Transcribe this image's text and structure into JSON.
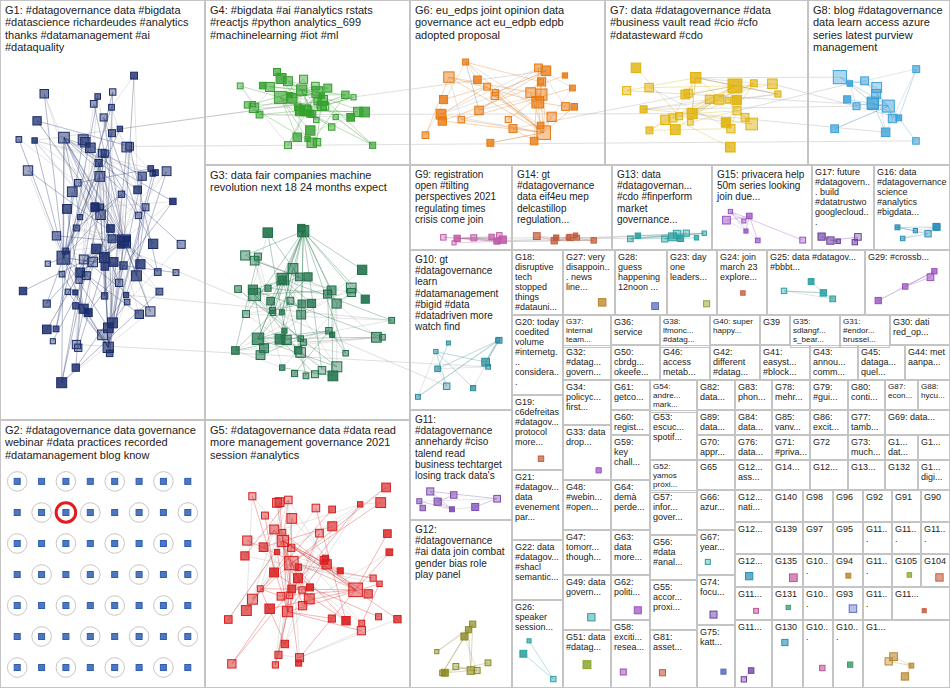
{
  "diagram": {
    "nodes": [
      {
        "text": [
          "G1: #datagovernance data #bigdata #datascience richardeudes #analytics thanks #datamanagement #ai #dataquality"
        ]
      },
      {
        "text": [
          "G4: #bigdata #ai #analytics rstats #reactjs #python analytics_699 #machinelearning #iot #ml"
        ]
      },
      {
        "text": [
          "G6: eu_edps joint opinion data governance act eu_edpb edpb adopted proposal"
        ]
      },
      {
        "text": [
          "G7: data #datagovernance #data #business vault read #cio #cfo #datasteward #cdo"
        ]
      },
      {
        "text": [
          "G8: blog #datagovernance data learn access azure series latest purview management"
        ]
      },
      {
        "text": [
          "G3: data fair companies machine revolution next 18 24 months expect"
        ]
      },
      {
        "text": [
          "G9: registration open #tilting perspectives 2021 regulating times crisis come join"
        ]
      },
      {
        "text": [
          "G14: gt #datagovernance data eif4eu mep delcastillop regulation..."
        ]
      },
      {
        "text": [
          "G13: data #datagovernan... #cdo #finperform market governance..."
        ]
      },
      {
        "text": [
          "G15: privacera help 50m series looking join due..."
        ]
      },
      {
        "text": [
          "G17: future #datagovern... build #datatrustwo googlecloud..."
        ]
      },
      {
        "text": [
          "G16: data #datagovernance science #analytics #bigdata..."
        ]
      },
      {
        "text": [
          "G10: gt #datagovernance learn #datamanagement #bigid #data #datadriven more watch find"
        ]
      },
      {
        "text": [
          "G18: disruptive tech stopped things #datauni..."
        ]
      },
      {
        "text": [
          "G27: very disappoin... news line..."
        ]
      },
      {
        "text": [
          "G28: guess happening 12noon ..."
        ]
      },
      {
        "text": [
          "G23: day one leaders..."
        ]
      },
      {
        "text": [
          "G24: join march 23 explore..."
        ]
      },
      {
        "text": [
          "G25: data #datagov... #bbbt..."
        ]
      },
      {
        "text": [
          "G29: #crossb..."
        ]
      },
      {
        "text": [
          "G20: today coedited volume #internetg... considera..."
        ]
      },
      {
        "text": [
          "G37: internal team..."
        ]
      },
      {
        "text": [
          "G36: service"
        ]
      },
      {
        "text": [
          "G38: lfmonc... #datag..."
        ]
      },
      {
        "text": [
          "G40: super happy..."
        ]
      },
      {
        "text": [
          "G39"
        ]
      },
      {
        "text": [
          "G35: sdlangf... s_bear..."
        ]
      },
      {
        "text": [
          "G31: #endor... brussel..."
        ]
      },
      {
        "text": [
          "G30: dati red_op..."
        ]
      },
      {
        "text": [
          "G32: #datag... govern..."
        ]
      },
      {
        "text": [
          "G50: cbrdg... okeefe..."
        ]
      },
      {
        "text": [
          "G46: access metab..."
        ]
      },
      {
        "text": [
          "G42: different #datag..."
        ]
      },
      {
        "text": [
          "G41: easyst... #block..."
        ]
      },
      {
        "text": [
          "G43: annou... comm..."
        ]
      },
      {
        "text": [
          "G45: dataga... quel..."
        ]
      },
      {
        "text": [
          "G44: met aanpa..."
        ]
      },
      {
        "text": [
          "G34: policyc... first..."
        ]
      },
      {
        "text": [
          "G61: getco..."
        ]
      },
      {
        "text": [
          "G54: andre... mark..."
        ]
      },
      {
        "text": [
          "G82: data..."
        ]
      },
      {
        "text": [
          "G83: phon..."
        ]
      },
      {
        "text": [
          "G78: mehr..."
        ]
      },
      {
        "text": [
          "G79: #gui..."
        ]
      },
      {
        "text": [
          "G80: conti..."
        ]
      },
      {
        "text": [
          "G87: econ..."
        ]
      },
      {
        "text": [
          "G88: hycu..."
        ]
      },
      {
        "text": [
          "G19: c6defreitas #datagov... protocol more..."
        ]
      },
      {
        "text": [
          "G11: #datagovernance annehardy #ciso talend read business techtarget losing track data's"
        ]
      },
      {
        "text": [
          "G60: regist..."
        ]
      },
      {
        "text": [
          "G53: escuc... spotif..."
        ]
      },
      {
        "text": [
          "G89: data..."
        ]
      },
      {
        "text": [
          "G84: data..."
        ]
      },
      {
        "text": [
          "G85: vanv..."
        ]
      },
      {
        "text": [
          "G86: excit..."
        ]
      },
      {
        "text": [
          "G77: tamb..."
        ]
      },
      {
        "text": [
          "G69: data..."
        ]
      },
      {
        "text": [
          "G2: #datagovernance data governance webinar #data practices recorded #datamanagement blog know"
        ]
      },
      {
        "text": [
          "G5: #datagovernance data #data read more management governance 2021 session #analytics"
        ]
      },
      {
        "text": [
          "G33: data drop..."
        ]
      },
      {
        "text": [
          "G59: key chall..."
        ]
      },
      {
        "text": [
          "G70: appr..."
        ]
      },
      {
        "text": [
          "G76: data..."
        ]
      },
      {
        "text": [
          "G71: #priva..."
        ]
      },
      {
        "text": [
          "G72"
        ]
      },
      {
        "text": [
          "G73: much..."
        ]
      },
      {
        "text": [
          "G1... dat..."
        ]
      },
      {
        "text": [
          "G1..."
        ]
      },
      {
        "text": [
          "G52: yamos próxi..."
        ]
      },
      {
        "text": [
          "G65"
        ]
      },
      {
        "text": [
          "G12... ass..."
        ]
      },
      {
        "text": [
          "G14..."
        ]
      },
      {
        "text": [
          "G12..."
        ]
      },
      {
        "text": [
          "G13..."
        ]
      },
      {
        "text": [
          "G132"
        ]
      },
      {
        "text": [
          "G1... digi..."
        ]
      },
      {
        "text": [
          "G21: #datagov... data evenement par..."
        ]
      },
      {
        "text": [
          "G48: #webin... #open..."
        ]
      },
      {
        "text": [
          "G64: demà perde..."
        ]
      },
      {
        "text": [
          "G57: infor... gover..."
        ]
      },
      {
        "text": [
          "G66: azur..."
        ]
      },
      {
        "text": [
          "G12... nati..."
        ]
      },
      {
        "text": [
          "G140"
        ]
      },
      {
        "text": [
          "G98"
        ]
      },
      {
        "text": [
          "G96"
        ]
      },
      {
        "text": [
          "G92"
        ]
      },
      {
        "text": [
          "G91"
        ]
      },
      {
        "text": [
          "G90"
        ]
      },
      {
        "text": [
          "G12: #datagovernance #ai data join combat gender bias role play panel"
        ]
      },
      {
        "text": [
          "G12..."
        ]
      },
      {
        "text": [
          "G139"
        ]
      },
      {
        "text": [
          "G97"
        ]
      },
      {
        "text": [
          "G95"
        ]
      },
      {
        "text": [
          "G11..."
        ]
      },
      {
        "text": [
          "G11..."
        ]
      },
      {
        "text": [
          "G11..."
        ]
      },
      {
        "text": [
          "G47: tomorr... though..."
        ]
      },
      {
        "text": [
          "G63: data more..."
        ]
      },
      {
        "text": [
          "G67: year..."
        ]
      },
      {
        "text": [
          "G56: #data #anal..."
        ]
      },
      {
        "text": [
          "G22: data #datagov... #shacl semantic..."
        ]
      },
      {
        "text": [
          "G12..."
        ]
      },
      {
        "text": [
          "G135"
        ]
      },
      {
        "text": [
          "G10..."
        ]
      },
      {
        "text": [
          "G94"
        ]
      },
      {
        "text": [
          "G11..."
        ]
      },
      {
        "text": [
          "G105"
        ]
      },
      {
        "text": [
          "G104"
        ]
      },
      {
        "text": [
          "G49: data govern..."
        ]
      },
      {
        "text": [
          "G62: politi..."
        ]
      },
      {
        "text": [
          "G74: focu..."
        ]
      },
      {
        "text": [
          "G55: accor... proxi..."
        ]
      },
      {
        "text": [
          "G11..."
        ]
      },
      {
        "text": [
          "G131"
        ]
      },
      {
        "text": [
          "G10..."
        ]
      },
      {
        "text": [
          "G93"
        ]
      },
      {
        "text": [
          "G11..."
        ]
      },
      {
        "text": [
          "G11..."
        ]
      },
      {
        "text": [
          "G26: speaker session..."
        ]
      },
      {
        "text": [
          "G58: exciti... resea..."
        ]
      },
      {
        "text": [
          "G11..."
        ]
      },
      {
        "text": [
          "G130"
        ]
      },
      {
        "text": [
          "G10..."
        ]
      },
      {
        "text": [
          "G10..."
        ]
      },
      {
        "text": [
          "G1..."
        ]
      },
      {
        "text": [
          "G75: katt..."
        ]
      },
      {
        "text": [
          "G51: data #datag..."
        ]
      },
      {
        "text": [
          "G81: asset..."
        ]
      }
    ]
  }
}
